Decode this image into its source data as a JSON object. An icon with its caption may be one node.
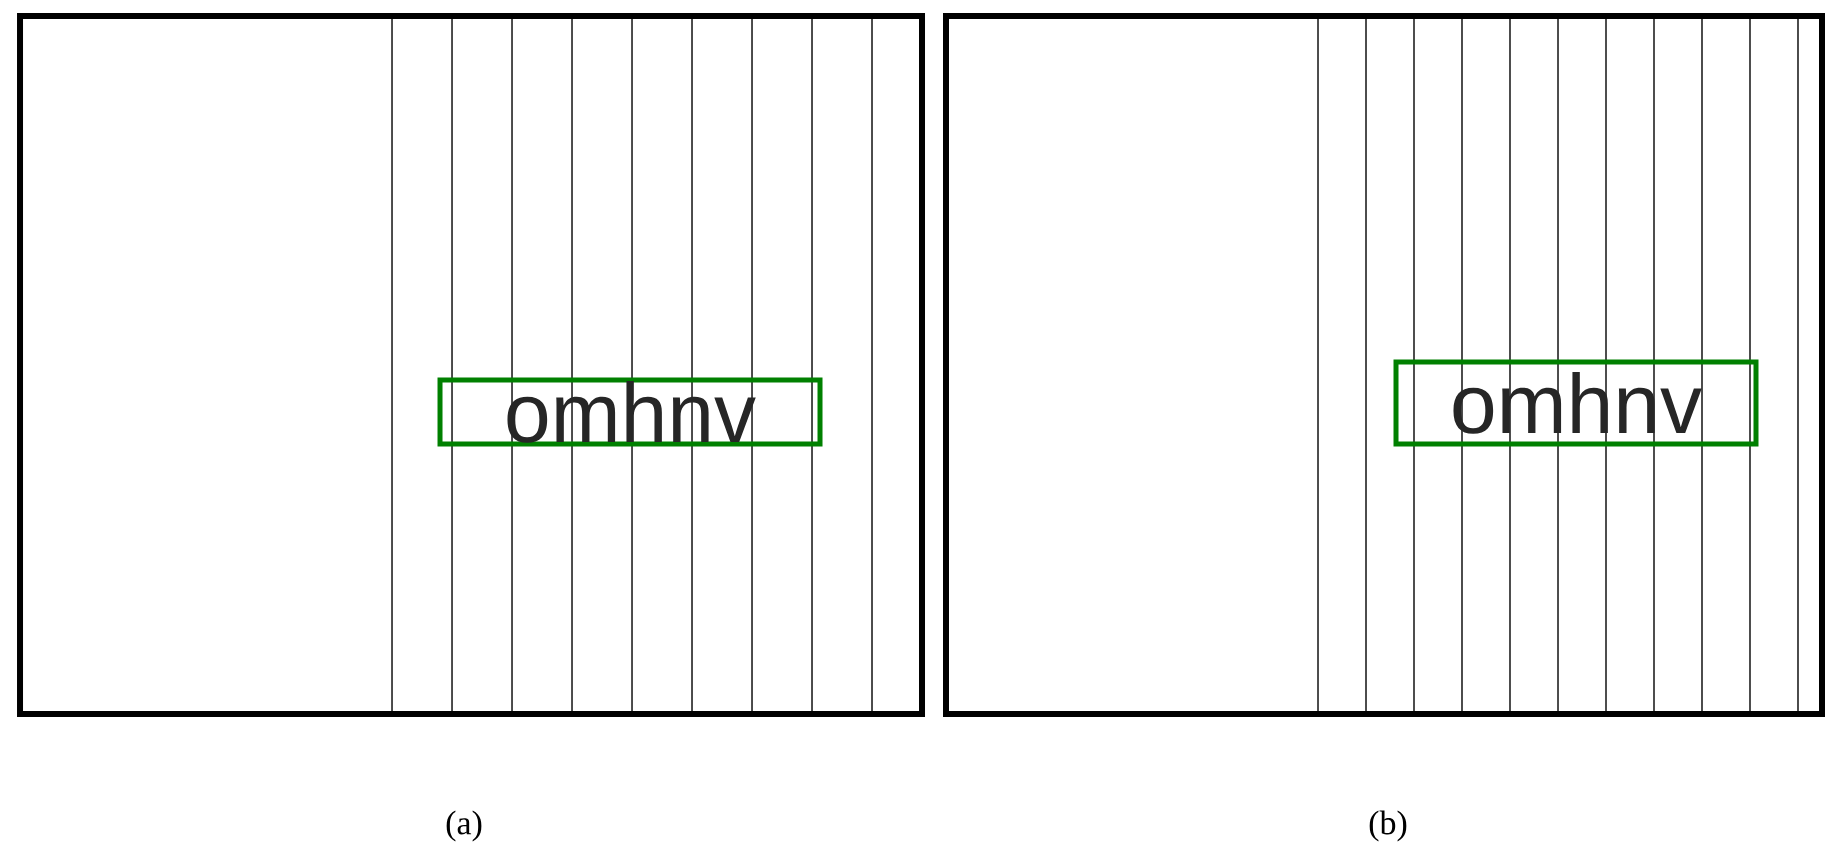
{
  "diagram": {
    "nodes": [
      {
        "text": [
          "omhnv"
        ]
      },
      {
        "text": [
          "omhnv"
        ]
      }
    ],
    "labels": [
      "(a)",
      "(b)"
    ]
  }
}
